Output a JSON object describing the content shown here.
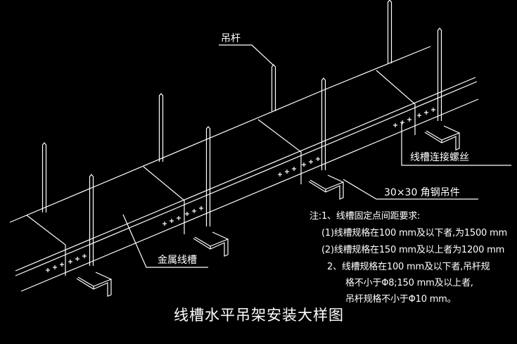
{
  "drawing": {
    "title": "线槽水平吊架安装大样图",
    "background_color": "#000000",
    "line_color": "#ffffff",
    "labels": {
      "hanger_rod": "吊杆",
      "trough_connecting_screw": "线槽连接螺丝",
      "angle_steel_hanger": "30×30 角钢吊件",
      "metal_trough": "金属线槽"
    },
    "bolt_marks": "+++",
    "notes": [
      "注:1、线槽固定点间距要求:",
      "(1)线槽规格在100 mm及以下者,为1500 mm",
      "(2)线槽规格在150 mm及以上者为1200 mm",
      "2、线槽规格在100 mm及以下者,吊杆规",
      "格不小于Φ8;150 mm及以上者,",
      "吊杆规格不小于Φ10 mm。"
    ]
  }
}
